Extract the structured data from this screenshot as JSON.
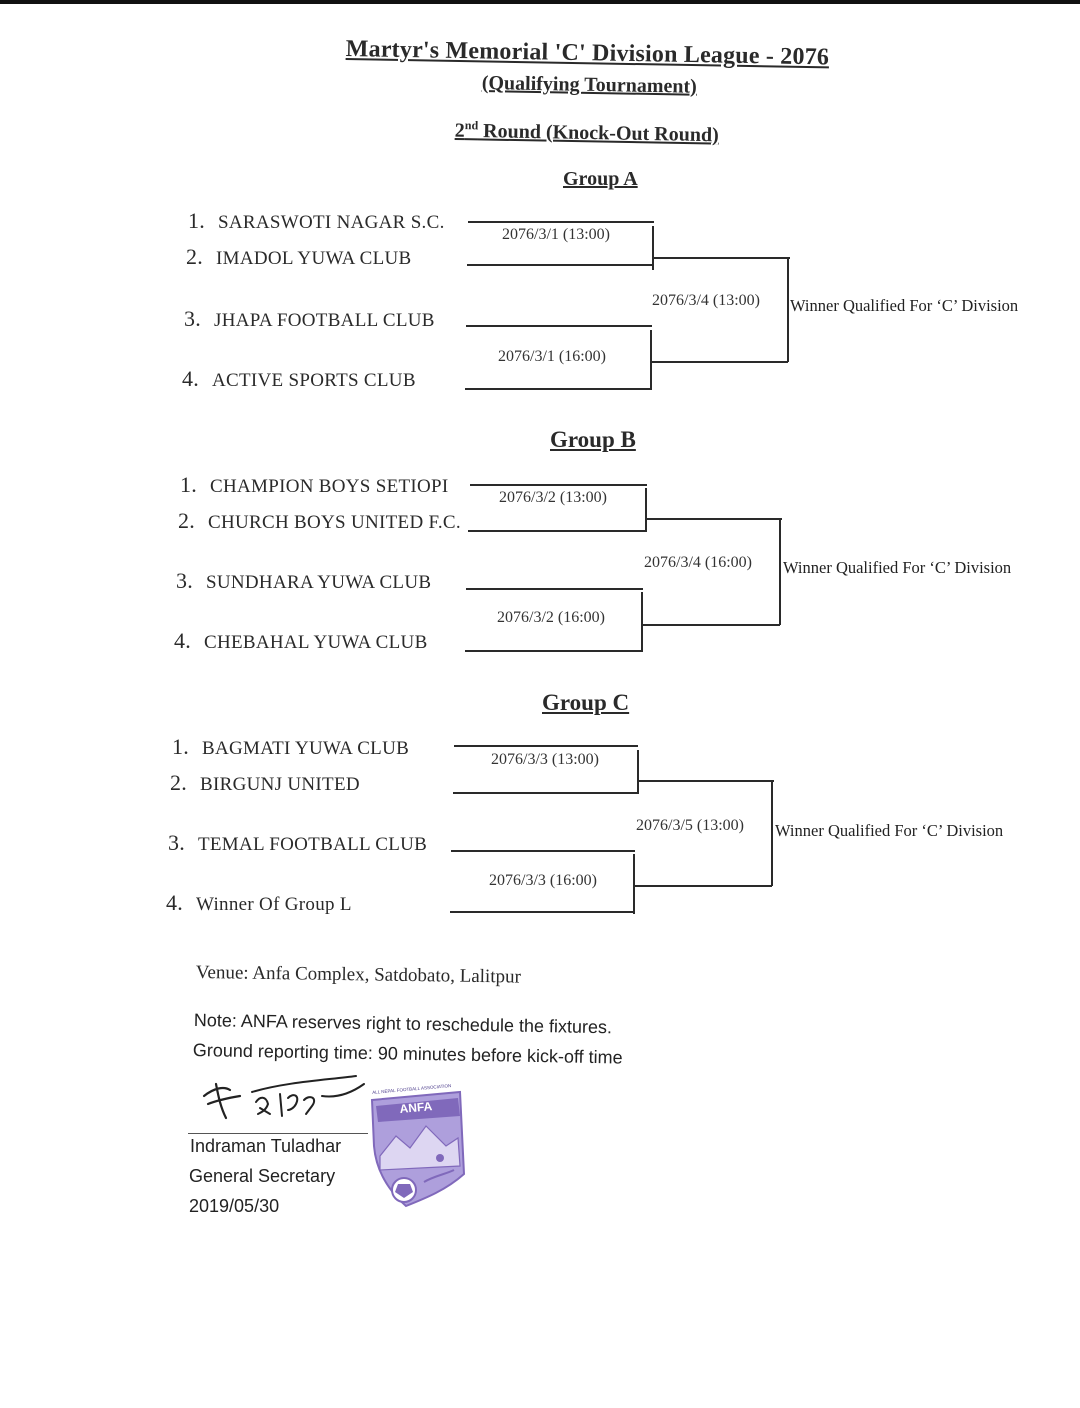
{
  "title": "Martyr's Memorial 'C' Division League - 2076",
  "subtitle": "(Qualifying Tournament)",
  "round": {
    "prefix": "2",
    "sup": "nd",
    "rest": " Round (Knock-Out Round)"
  },
  "groups": [
    {
      "label": "Group A",
      "teams": [
        {
          "num": "1.",
          "name": "SARASWOTI NAGAR S.C."
        },
        {
          "num": "2.",
          "name": "IMADOL YUWA CLUB"
        },
        {
          "num": "3.",
          "name": "JHAPA FOOTBALL CLUB"
        },
        {
          "num": "4.",
          "name": "ACTIVE SPORTS CLUB"
        }
      ],
      "match1": "2076/3/1 (13:00)",
      "match2": "2076/3/1 (16:00)",
      "final": "2076/3/4 (13:00)",
      "winner": "Winner Qualified For ‘C’ Division"
    },
    {
      "label": "Group B",
      "teams": [
        {
          "num": "1.",
          "name": "CHAMPION BOYS SETIOPI"
        },
        {
          "num": "2.",
          "name": "CHURCH BOYS UNITED F.C."
        },
        {
          "num": "3.",
          "name": "SUNDHARA YUWA CLUB"
        },
        {
          "num": "4.",
          "name": "CHEBAHAL YUWA CLUB"
        }
      ],
      "match1": "2076/3/2 (13:00)",
      "match2": "2076/3/2 (16:00)",
      "final": "2076/3/4 (16:00)",
      "winner": "Winner Qualified For ‘C’ Division"
    },
    {
      "label": "Group C",
      "teams": [
        {
          "num": "1.",
          "name": "BAGMATI YUWA CLUB"
        },
        {
          "num": "2.",
          "name": "BIRGUNJ UNITED"
        },
        {
          "num": "3.",
          "name": "TEMAL FOOTBALL CLUB"
        },
        {
          "num": "4.",
          "name": "Winner Of Group L"
        }
      ],
      "match1": "2076/3/3 (13:00)",
      "match2": "2076/3/3 (16:00)",
      "final": "2076/3/5 (13:00)",
      "winner": "Winner Qualified For ‘C’ Division"
    }
  ],
  "venue": "Venue: Anfa Complex, Satdobato, Lalitpur",
  "note": "Note: ANFA reserves right to reschedule the fixtures.",
  "reporting": "Ground reporting time: 90 minutes before kick-off time",
  "signatory": {
    "name": "Indraman Tuladhar",
    "position": "General Secretary",
    "date": "2019/05/30"
  },
  "stamp": {
    "header": "ALL NEPAL FOOTBALL ASSOCIATION",
    "text": "ANFA",
    "color": "#6b4fb0"
  }
}
